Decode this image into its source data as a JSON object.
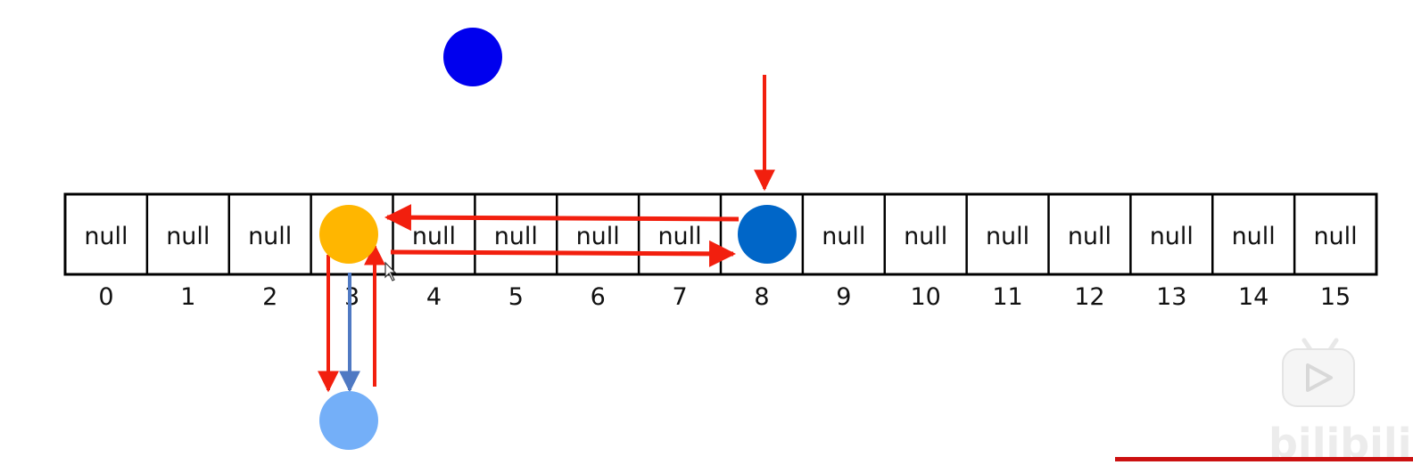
{
  "array": {
    "cells": [
      "null",
      "null",
      "null",
      "",
      "null",
      "null",
      "null",
      "null",
      "",
      "null",
      "null",
      "null",
      "null",
      "null",
      "null",
      "null"
    ],
    "indices": [
      "0",
      "1",
      "2",
      "3",
      "4",
      "5",
      "6",
      "7",
      "8",
      "9",
      "10",
      "11",
      "12",
      "13",
      "14",
      "15"
    ]
  },
  "nodes": [
    {
      "name": "node-orange-index-3",
      "color": "#ffb600"
    },
    {
      "name": "node-darkblue-index-8",
      "color": "#0066c8"
    },
    {
      "name": "node-blue-floating",
      "color": "#0000ee"
    },
    {
      "name": "node-lightblue-linked",
      "color": "#74aff8"
    }
  ],
  "colors": {
    "arrow_red": "#f21f0e",
    "arrow_blue": "#4f79c3",
    "grid": "#000000",
    "progress_bar": "#cc1111"
  },
  "watermark": {
    "text": "bilibili",
    "icon": "tv-play-icon"
  }
}
